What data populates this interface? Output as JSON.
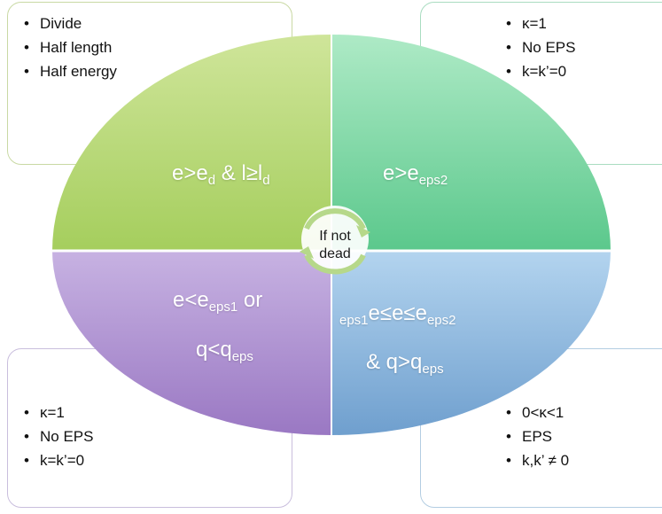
{
  "boxes": {
    "top_left": {
      "items": [
        "Divide",
        "Half length",
        "Half energy"
      ]
    },
    "top_right": {
      "items": [
        "κ=1",
        "No EPS",
        "k=k’=0"
      ]
    },
    "bottom_left": {
      "items": [
        "κ=1",
        "No EPS",
        "k=k’=0"
      ]
    },
    "bottom_right": {
      "items": [
        "0<κ<1",
        "EPS",
        "k,k’ ≠ 0"
      ]
    }
  },
  "quadrants": {
    "top_left": {
      "p1": "e>e",
      "s1": "d",
      "p2": " & l≥l",
      "s2": "d"
    },
    "top_right": {
      "p1": "e>e",
      "s1": "eps2"
    },
    "bottom_left": {
      "line1": {
        "p1": "e<e",
        "s1": "eps1",
        "p2": " or"
      },
      "line2": {
        "p1": "q<q",
        "s1": "eps"
      }
    },
    "bottom_right": {
      "line1": {
        "s0": "eps1",
        "p1": "e",
        "p2": "≤e≤e",
        "s2": "eps2"
      },
      "line2": {
        "p1": "& q>q",
        "s1": "eps"
      }
    }
  },
  "center": {
    "line1": "If not",
    "line2": "dead"
  },
  "colors": {
    "top_left_fill": "#b3d66e",
    "top_right_fill": "#76d4a0",
    "bottom_left_fill": "#b08fd0",
    "bottom_right_fill": "#8ab6dd",
    "cycle_arrow": "#b6d88a"
  }
}
